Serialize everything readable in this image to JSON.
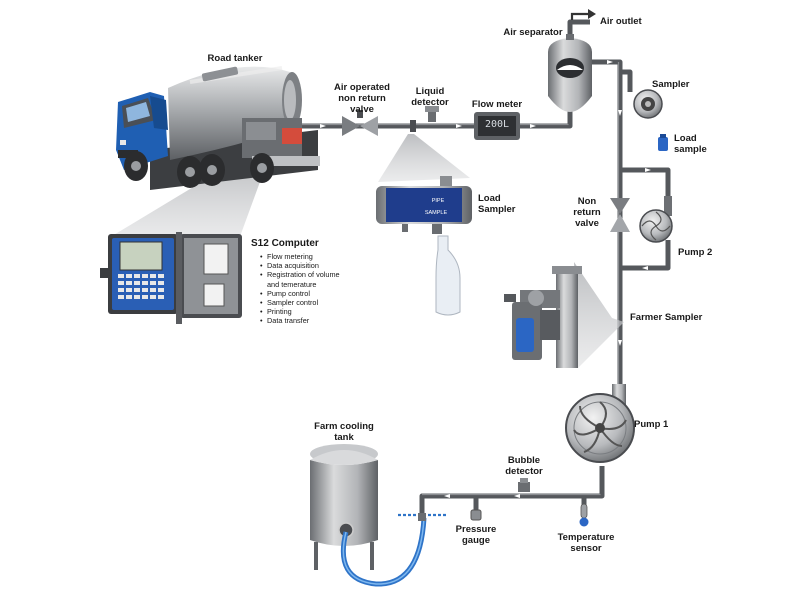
{
  "labels": {
    "road_tanker": "Road tanker",
    "air_operated_valve": "Air operated\nnon return\nvalve",
    "liquid_detector": "Liquid\ndetector",
    "flow_meter": "Flow meter",
    "flow_meter_display": "200L",
    "air_separator": "Air separator",
    "air_outlet": "Air outlet",
    "sampler": "Sampler",
    "load_sample": "Load\nsample",
    "load_sampler": "Load\nSampler",
    "load_sampler_pipe": "PIPE",
    "load_sampler_sample": "SAMPLE",
    "non_return_valve": "Non\nreturn\nvalve",
    "pump2": "Pump 2",
    "farmer_sampler": "Farmer Sampler",
    "pump1": "Pump 1",
    "s12_computer": "S12 Computer",
    "bubble_detector": "Bubble\ndetector",
    "farm_cooling_tank": "Farm cooling\ntank",
    "pressure_gauge": "Pressure\ngauge",
    "temperature_sensor": "Temperature\nsensor"
  },
  "s12_features": [
    "Flow metering",
    "Data acquisition",
    "Registration of volume\nand temerature",
    "Pump control",
    "Sampler control",
    "Printing",
    "Data transfer"
  ],
  "colors": {
    "pipe": "#55585c",
    "cab_blue": "#1f5fb3",
    "tank_silver": "#b7b9bc",
    "hose_blue": "#2f74c8",
    "sample_blue": "#2b66c4"
  }
}
